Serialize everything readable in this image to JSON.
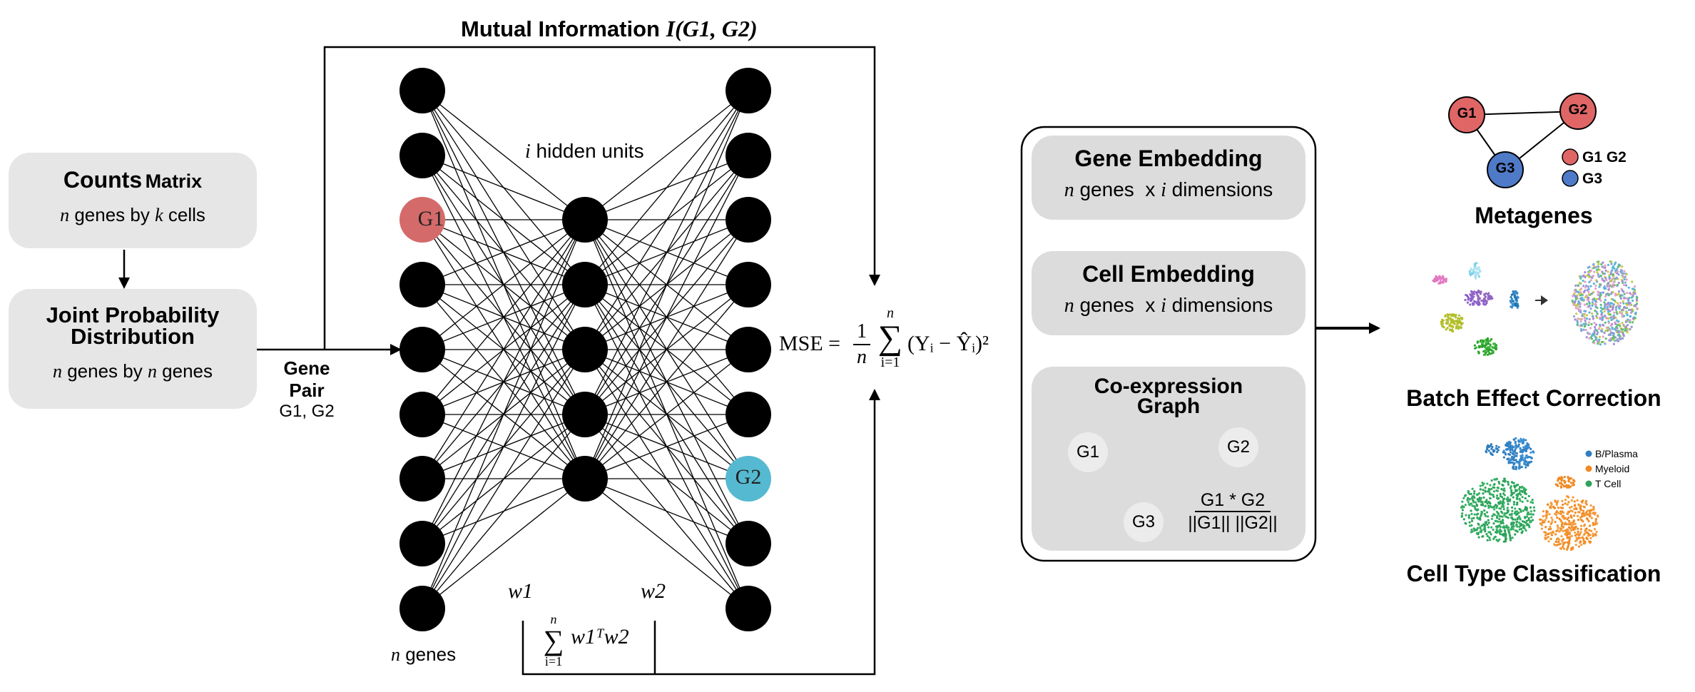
{
  "mutual_info": {
    "label": "Mutual Information",
    "formula": "I(G1, G2)"
  },
  "counts_box": {
    "title": "Counts",
    "title_suffix": "Matrix",
    "sub_var1": "n",
    "sub_mid": " genes by ",
    "sub_var2": "k",
    "sub_end": " cells"
  },
  "joint_box": {
    "title1": "Joint Probability",
    "title2": "Distribution",
    "sub_var1": "n",
    "sub_mid": " genes by ",
    "sub_var2": "n",
    "sub_end": " genes"
  },
  "gene_pair": {
    "label": "Gene Pair",
    "sub": "G1, G2"
  },
  "network": {
    "hidden_var": "i",
    "hidden_label": " hidden units",
    "g1": "G1",
    "g2": "G2",
    "w1": "w1",
    "w2": "w2",
    "genes_var": "n",
    "genes_label": " genes",
    "sum_n": "n",
    "sum_sym": "∑",
    "sum_idx": "i=1",
    "sum_expr": "w1ᵀw2"
  },
  "mse": {
    "lhs": "MSE =",
    "frac_num": "1",
    "frac_den": "n",
    "sum_n": "n",
    "sum_sym": "∑",
    "sum_idx": "i=1",
    "body": "(Yᵢ − Ŷᵢ)²"
  },
  "embeddings": {
    "gene_title": "Gene Embedding",
    "gene_sub_var1": "n",
    "gene_sub_mid": " genes  x ",
    "gene_sub_var2": "i",
    "gene_sub_end": " dimensions",
    "cell_title": "Cell Embedding",
    "cell_sub_var1": "n",
    "cell_sub_mid": " genes  x ",
    "cell_sub_var2": "i",
    "cell_sub_end": " dimensions",
    "coexp_title1": "Co-expression",
    "coexp_title2": "Graph",
    "node_g1": "G1",
    "node_g2": "G2",
    "node_g3": "G3",
    "cos_num": "G1 * G2",
    "cos_den": "||G1|| ||G2||"
  },
  "metagenes": {
    "title": "Metagenes",
    "node_g1": "G1",
    "node_g2": "G2",
    "node_g3": "G3",
    "legend1": "G1 G2",
    "legend2": "G3",
    "color_red": "#e06666",
    "color_blue": "#4f7ac7"
  },
  "batch": {
    "title": "Batch Effect Correction"
  },
  "celltype": {
    "title": "Cell Type Classification",
    "legend": [
      "B/Plasma",
      "Myeloid",
      "T Cell"
    ],
    "colors": [
      "#2f7fc1",
      "#f08a24",
      "#2ea25a"
    ]
  },
  "colors": {
    "g1_node": "#d46a6a",
    "g2_node": "#55b9d1",
    "box_gray": "#e6e6e6"
  }
}
